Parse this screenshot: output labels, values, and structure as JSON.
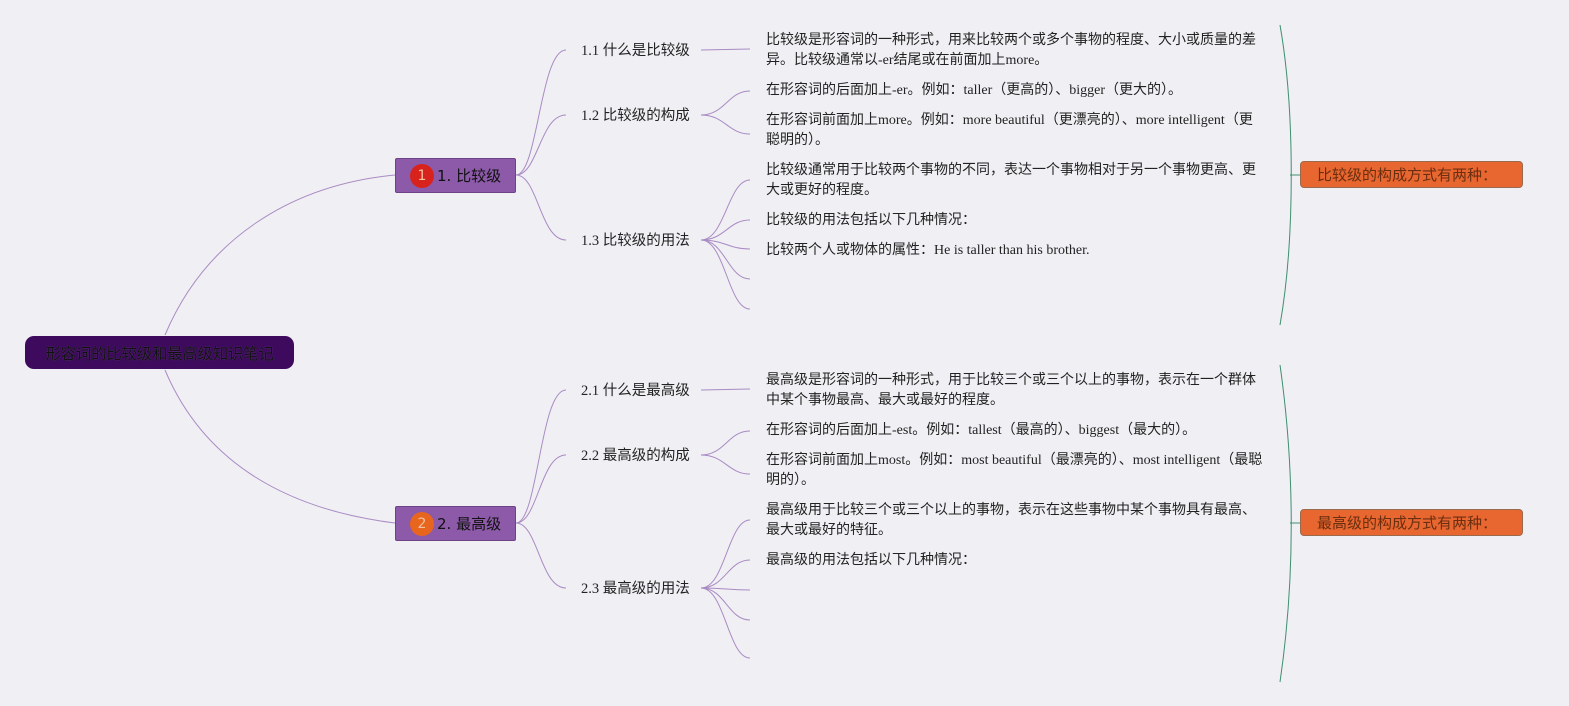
{
  "root": {
    "label": "形容词的比较级和最高级知识笔记"
  },
  "branches": [
    {
      "number": "1",
      "label": "1. 比较级",
      "badge_color": "#d8231c",
      "summary": "比较级的构成方式有两种：",
      "subs": [
        {
          "label": "1.1 什么是比较级",
          "leaves": [
            "比较级是形容词的一种形式，用来比较两个或多个事物的程度、大小或质量的差异。比较级通常以-er结尾或在前面加上more。"
          ]
        },
        {
          "label": "1.2 比较级的构成",
          "leaves": [
            "在形容词的后面加上-er。例如：taller（更高的）、bigger（更大的）。",
            "在形容词前面加上more。例如：more beautiful（更漂亮的）、more intelligent（更聪明的）。"
          ]
        },
        {
          "label": "1.3 比较级的用法",
          "leaves": [
            "比较级通常用于比较两个事物的不同，表达一个事物相对于另一个事物更高、更大或更好的程度。",
            "比较级的用法包括以下几种情况：",
            "比较两个人或物体的属性：He is taller than his brother.",
            "",
            ""
          ]
        }
      ]
    },
    {
      "number": "2",
      "label": "2. 最高级",
      "badge_color": "#e8651e",
      "summary": "最高级的构成方式有两种：",
      "subs": [
        {
          "label": "2.1 什么是最高级",
          "leaves": [
            "最高级是形容词的一种形式，用于比较三个或三个以上的事物，表示在一个群体中某个事物最高、最大或最好的程度。"
          ]
        },
        {
          "label": "2.2 最高级的构成",
          "leaves": [
            "在形容词的后面加上-est。例如：tallest（最高的）、biggest（最大的）。",
            "在形容词前面加上most。例如：most beautiful（最漂亮的）、most intelligent（最聪明的）。"
          ]
        },
        {
          "label": "2.3 最高级的用法",
          "leaves": [
            "最高级用于比较三个或三个以上的事物，表示在这些事物中某个事物具有最高、最大或最好的特征。",
            "最高级的用法包括以下几种情况：",
            "",
            "",
            ""
          ]
        }
      ]
    }
  ],
  "colors": {
    "background": "#f0eff3",
    "root_fill": "#3d0a5e",
    "branch_fill": "#8c5aa8",
    "connector": "#a98bc4",
    "summary_fill": "#e8662f",
    "summary_bracket": "#3f8f6e"
  }
}
